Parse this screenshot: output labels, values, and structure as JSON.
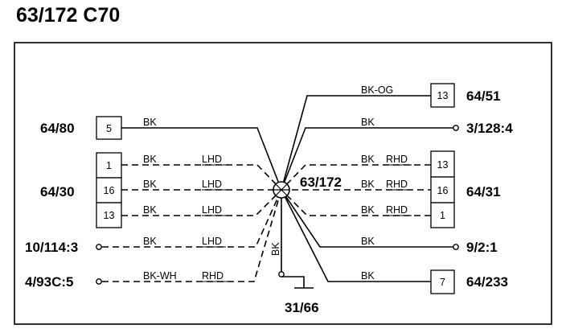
{
  "title": "63/172 C70",
  "splice": "63/172",
  "ground": "31/66",
  "connectors": {
    "c6480": "64/80",
    "c6430": "64/30",
    "c10114": "10/114:3",
    "c493c": "4/93C:5",
    "c6451": "64/51",
    "c3128": "3/128:4",
    "c6431": "64/31",
    "c921": "9/2:1",
    "c64233": "64/233"
  },
  "pins": {
    "p6480": "5",
    "p6430a": "1",
    "p6430b": "16",
    "p6430c": "13",
    "p6451": "13",
    "p6431a": "13",
    "p6431b": "16",
    "p6431c": "1",
    "p64233": "7"
  },
  "wires": {
    "w6480": "BK",
    "w6430a": "BK",
    "w6430a_var": "LHD",
    "w6430b": "BK",
    "w6430b_var": "LHD",
    "w6430c": "BK",
    "w6430c_var": "LHD",
    "w10114": "BK",
    "w10114_var": "LHD",
    "w493c": "BK-WH",
    "w493c_var": "RHD",
    "w6451": "BK-OG",
    "w3128": "BK",
    "w6431a": "BK",
    "w6431a_var": "RHD",
    "w6431b": "BK",
    "w6431b_var": "RHD",
    "w6431c": "BK",
    "w6431c_var": "RHD",
    "w921": "BK",
    "w64233": "BK",
    "wground": "BK"
  }
}
